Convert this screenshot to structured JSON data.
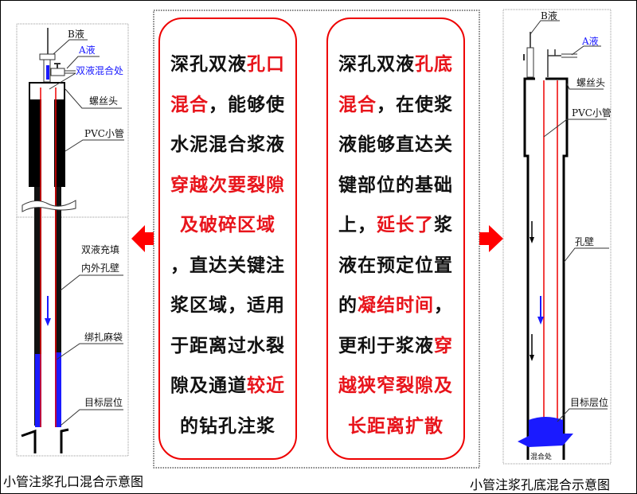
{
  "left_diagram": {
    "labels": {
      "b": "B液",
      "a": "A液",
      "mix": "双液混合处",
      "screw": "螺丝头",
      "pvc": "PVC小管",
      "fill1": "双液充填",
      "fill2": "内外孔壁",
      "bag": "绑扎麻袋",
      "target": "目标层位"
    },
    "caption": "小管注浆孔口混合示意图"
  },
  "right_diagram": {
    "labels": {
      "b": "B液",
      "a": "A液",
      "screw": "螺丝头",
      "pvc": "PVC小管",
      "wall": "孔壁",
      "target": "目标层位",
      "mix": "混合处"
    },
    "caption": "小管注浆孔底混合示意图"
  },
  "left_text": [
    [
      {
        "t": "深孔双液",
        "red": false
      },
      {
        "t": "孔口",
        "red": true
      }
    ],
    [
      {
        "t": "混合",
        "red": true
      },
      {
        "t": "，能够使",
        "red": false
      }
    ],
    [
      {
        "t": "水泥混合浆液",
        "red": false
      }
    ],
    [
      {
        "t": "穿越次要裂隙",
        "red": true
      }
    ],
    [
      {
        "t": "及破碎区域",
        "red": true
      }
    ],
    [
      {
        "t": "，直达关键注",
        "red": false
      }
    ],
    [
      {
        "t": "浆区域，适用",
        "red": false
      }
    ],
    [
      {
        "t": "于距离过水裂",
        "red": false
      }
    ],
    [
      {
        "t": "隙及通道",
        "red": false
      },
      {
        "t": "较近",
        "red": true
      }
    ],
    [
      {
        "t": "的钻孔注浆",
        "red": false
      }
    ]
  ],
  "right_text": [
    [
      {
        "t": "深孔双液",
        "red": false
      },
      {
        "t": "孔底",
        "red": true
      }
    ],
    [
      {
        "t": "混合",
        "red": true
      },
      {
        "t": "，在使浆",
        "red": false
      }
    ],
    [
      {
        "t": "液能够直达关",
        "red": false
      }
    ],
    [
      {
        "t": "键部位的基础",
        "red": false
      }
    ],
    [
      {
        "t": "上，",
        "red": false
      },
      {
        "t": "延长了",
        "red": true
      },
      {
        "t": "浆",
        "red": false
      }
    ],
    [
      {
        "t": "液在预定位置",
        "red": false
      }
    ],
    [
      {
        "t": "的",
        "red": false
      },
      {
        "t": "凝结时间",
        "red": true
      },
      {
        "t": "，",
        "red": false
      }
    ],
    [
      {
        "t": "更利于浆液",
        "red": false
      },
      {
        "t": "穿",
        "red": true
      }
    ],
    [
      {
        "t": "越狭窄裂隙及",
        "red": true
      }
    ],
    [
      {
        "t": "长距离扩散",
        "red": true
      }
    ]
  ],
  "colors": {
    "accent_red": "#e8141b",
    "blue": "#1a1aff"
  }
}
